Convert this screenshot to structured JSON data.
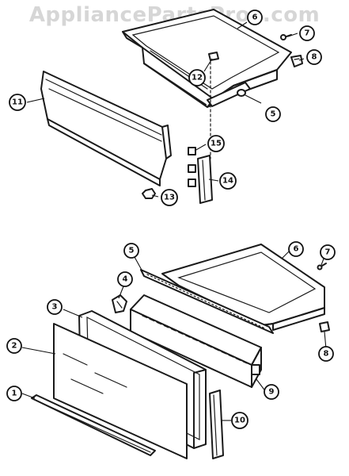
{
  "watermark": "AppliancePartsPros.com",
  "callouts": [
    {
      "id": "c5a",
      "label": "5"
    },
    {
      "id": "c6a",
      "label": "6"
    },
    {
      "id": "c7a",
      "label": "7"
    },
    {
      "id": "c8a",
      "label": "8"
    },
    {
      "id": "c11",
      "label": "11"
    },
    {
      "id": "c12",
      "label": "12"
    },
    {
      "id": "c13",
      "label": "13"
    },
    {
      "id": "c14",
      "label": "14"
    },
    {
      "id": "c15",
      "label": "15"
    },
    {
      "id": "c1",
      "label": "1"
    },
    {
      "id": "c2",
      "label": "2"
    },
    {
      "id": "c3",
      "label": "3"
    },
    {
      "id": "c4",
      "label": "4"
    },
    {
      "id": "c5b",
      "label": "5"
    },
    {
      "id": "c6b",
      "label": "6"
    },
    {
      "id": "c7b",
      "label": "7"
    },
    {
      "id": "c8b",
      "label": "8"
    },
    {
      "id": "c9",
      "label": "9"
    },
    {
      "id": "c10",
      "label": "10"
    }
  ]
}
